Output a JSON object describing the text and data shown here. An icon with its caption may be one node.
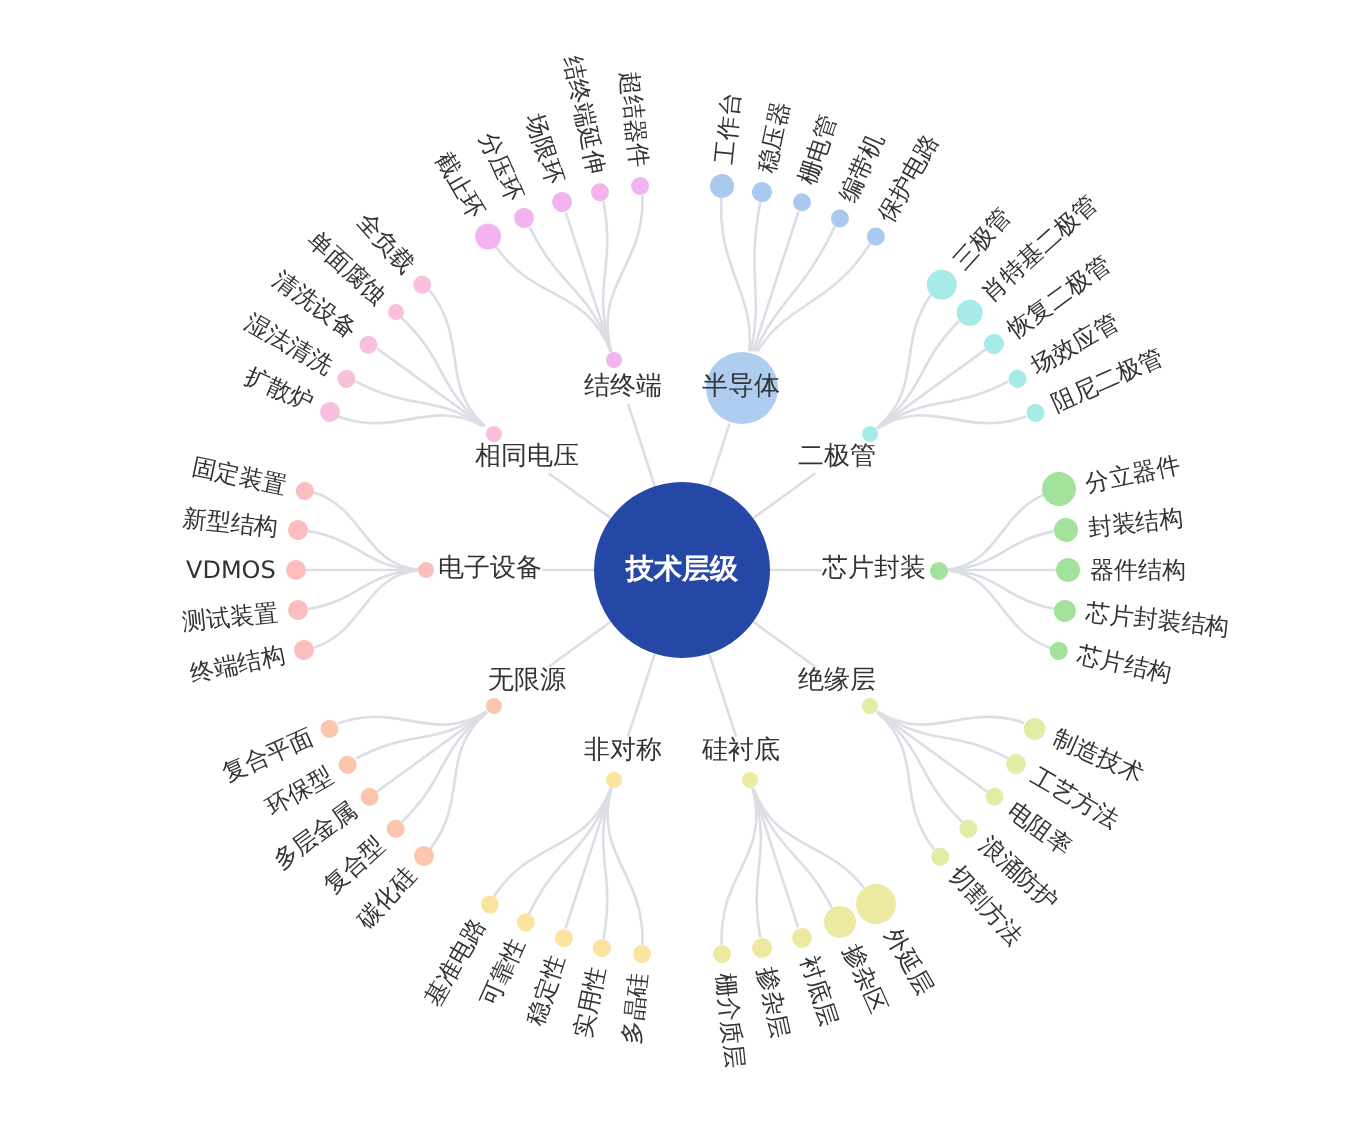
{
  "diagram": {
    "nodes": [
      {
        "text": [
          "技术层级"
        ]
      },
      {
        "text": [
          "结终端"
        ]
      },
      {
        "text": [
          "截止环"
        ]
      },
      {
        "text": [
          "分压环"
        ]
      },
      {
        "text": [
          "场限环"
        ]
      },
      {
        "text": [
          "结终端延伸"
        ]
      },
      {
        "text": [
          "超结器件"
        ]
      },
      {
        "text": [
          "半导体"
        ]
      },
      {
        "text": [
          "工作台"
        ]
      },
      {
        "text": [
          "稳压器"
        ]
      },
      {
        "text": [
          "栅电管"
        ]
      },
      {
        "text": [
          "编带机"
        ]
      },
      {
        "text": [
          "保护电路"
        ]
      },
      {
        "text": [
          "二极管"
        ]
      },
      {
        "text": [
          "三极管"
        ]
      },
      {
        "text": [
          "肖特基二极管"
        ]
      },
      {
        "text": [
          "恢复二极管"
        ]
      },
      {
        "text": [
          "场效应管"
        ]
      },
      {
        "text": [
          "阻尼二极管"
        ]
      },
      {
        "text": [
          "芯片封装"
        ]
      },
      {
        "text": [
          "分立器件"
        ]
      },
      {
        "text": [
          "封装结构"
        ]
      },
      {
        "text": [
          "器件结构"
        ]
      },
      {
        "text": [
          "芯片封装结构"
        ]
      },
      {
        "text": [
          "芯片结构"
        ]
      },
      {
        "text": [
          "绝缘层"
        ]
      },
      {
        "text": [
          "制造技术"
        ]
      },
      {
        "text": [
          "工艺方法"
        ]
      },
      {
        "text": [
          "电阻率"
        ]
      },
      {
        "text": [
          "浪涌防护"
        ]
      },
      {
        "text": [
          "切割方法"
        ]
      },
      {
        "text": [
          "硅衬底"
        ]
      },
      {
        "text": [
          "外延层"
        ]
      },
      {
        "text": [
          "掺杂区"
        ]
      },
      {
        "text": [
          "衬底层"
        ]
      },
      {
        "text": [
          "掺杂层"
        ]
      },
      {
        "text": [
          "栅介质层"
        ]
      },
      {
        "text": [
          "非对称"
        ]
      },
      {
        "text": [
          "多晶硅"
        ]
      },
      {
        "text": [
          "实用性"
        ]
      },
      {
        "text": [
          "稳定性"
        ]
      },
      {
        "text": [
          "可靠性"
        ]
      },
      {
        "text": [
          "基准电路"
        ]
      },
      {
        "text": [
          "无限源"
        ]
      },
      {
        "text": [
          "碳化硅"
        ]
      },
      {
        "text": [
          "复合型"
        ]
      },
      {
        "text": [
          "多层金属"
        ]
      },
      {
        "text": [
          "环保型"
        ]
      },
      {
        "text": [
          "复合平面"
        ]
      },
      {
        "text": [
          "电子设备"
        ]
      },
      {
        "text": [
          "终端结构"
        ]
      },
      {
        "text": [
          "测试装置"
        ]
      },
      {
        "text": [
          "VDMOS"
        ]
      },
      {
        "text": [
          "新型结构"
        ]
      },
      {
        "text": [
          "固定装置"
        ]
      },
      {
        "text": [
          "相同电压"
        ]
      },
      {
        "text": [
          "扩散炉"
        ]
      },
      {
        "text": [
          "湿法清洗"
        ]
      },
      {
        "text": [
          "清洗设备"
        ]
      },
      {
        "text": [
          "单面腐蚀"
        ]
      },
      {
        "text": [
          "全负载"
        ]
      }
    ],
    "edges": [
      {
        "from": 0,
        "to": 1,
        "arrow": "none"
      },
      {
        "from": 1,
        "to": 2,
        "arrow": "none"
      },
      {
        "from": 1,
        "to": 3,
        "arrow": "none"
      },
      {
        "from": 1,
        "to": 4,
        "arrow": "none"
      },
      {
        "from": 1,
        "to": 5,
        "arrow": "none"
      },
      {
        "from": 1,
        "to": 6,
        "arrow": "none"
      },
      {
        "from": 0,
        "to": 7,
        "arrow": "none"
      },
      {
        "from": 7,
        "to": 8,
        "arrow": "none"
      },
      {
        "from": 7,
        "to": 9,
        "arrow": "none"
      },
      {
        "from": 7,
        "to": 10,
        "arrow": "none"
      },
      {
        "from": 7,
        "to": 11,
        "arrow": "none"
      },
      {
        "from": 7,
        "to": 12,
        "arrow": "none"
      },
      {
        "from": 0,
        "to": 13,
        "arrow": "none"
      },
      {
        "from": 13,
        "to": 14,
        "arrow": "none"
      },
      {
        "from": 13,
        "to": 15,
        "arrow": "none"
      },
      {
        "from": 13,
        "to": 16,
        "arrow": "none"
      },
      {
        "from": 13,
        "to": 17,
        "arrow": "none"
      },
      {
        "from": 13,
        "to": 18,
        "arrow": "none"
      },
      {
        "from": 0,
        "to": 19,
        "arrow": "none"
      },
      {
        "from": 19,
        "to": 20,
        "arrow": "none"
      },
      {
        "from": 19,
        "to": 21,
        "arrow": "none"
      },
      {
        "from": 19,
        "to": 22,
        "arrow": "none"
      },
      {
        "from": 19,
        "to": 23,
        "arrow": "none"
      },
      {
        "from": 19,
        "to": 24,
        "arrow": "none"
      },
      {
        "from": 0,
        "to": 25,
        "arrow": "none"
      },
      {
        "from": 25,
        "to": 26,
        "arrow": "none"
      },
      {
        "from": 25,
        "to": 27,
        "arrow": "none"
      },
      {
        "from": 25,
        "to": 28,
        "arrow": "none"
      },
      {
        "from": 25,
        "to": 29,
        "arrow": "none"
      },
      {
        "from": 25,
        "to": 30,
        "arrow": "none"
      },
      {
        "from": 0,
        "to": 31,
        "arrow": "none"
      },
      {
        "from": 31,
        "to": 32,
        "arrow": "none"
      },
      {
        "from": 31,
        "to": 33,
        "arrow": "none"
      },
      {
        "from": 31,
        "to": 34,
        "arrow": "none"
      },
      {
        "from": 31,
        "to": 35,
        "arrow": "none"
      },
      {
        "from": 31,
        "to": 36,
        "arrow": "none"
      },
      {
        "from": 0,
        "to": 37,
        "arrow": "none"
      },
      {
        "from": 37,
        "to": 38,
        "arrow": "none"
      },
      {
        "from": 37,
        "to": 39,
        "arrow": "none"
      },
      {
        "from": 37,
        "to": 40,
        "arrow": "none"
      },
      {
        "from": 37,
        "to": 41,
        "arrow": "none"
      },
      {
        "from": 37,
        "to": 42,
        "arrow": "none"
      },
      {
        "from": 0,
        "to": 43,
        "arrow": "none"
      },
      {
        "from": 43,
        "to": 44,
        "arrow": "none"
      },
      {
        "from": 43,
        "to": 45,
        "arrow": "none"
      },
      {
        "from": 43,
        "to": 46,
        "arrow": "none"
      },
      {
        "from": 43,
        "to": 47,
        "arrow": "none"
      },
      {
        "from": 43,
        "to": 48,
        "arrow": "none"
      },
      {
        "from": 0,
        "to": 49,
        "arrow": "none"
      },
      {
        "from": 49,
        "to": 50,
        "arrow": "none"
      },
      {
        "from": 49,
        "to": 51,
        "arrow": "none"
      },
      {
        "from": 49,
        "to": 52,
        "arrow": "none"
      },
      {
        "from": 49,
        "to": 53,
        "arrow": "none"
      },
      {
        "from": 49,
        "to": 54,
        "arrow": "none"
      },
      {
        "from": 0,
        "to": 55,
        "arrow": "none"
      },
      {
        "from": 55,
        "to": 56,
        "arrow": "none"
      },
      {
        "from": 55,
        "to": 57,
        "arrow": "none"
      },
      {
        "from": 55,
        "to": 58,
        "arrow": "none"
      },
      {
        "from": 55,
        "to": 59,
        "arrow": "none"
      },
      {
        "from": 55,
        "to": 60,
        "arrow": "none"
      }
    ]
  }
}
